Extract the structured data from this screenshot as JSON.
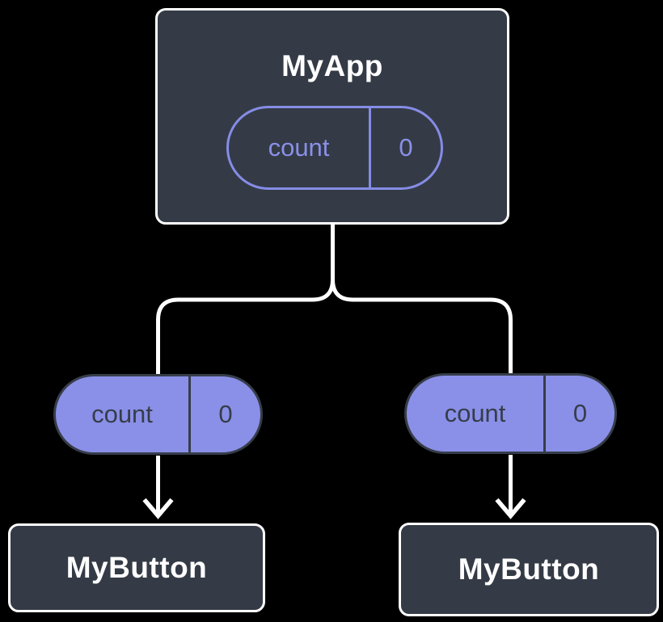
{
  "colors": {
    "background": "#000000",
    "node_fill": "#343b46",
    "node_border": "#ffffff",
    "pill_fill": "#8a90e8",
    "pill_outline": "#858ce6",
    "pill_dark_text": "#363d49",
    "connector": "#ffffff",
    "title_text": "#ffffff"
  },
  "diagram": {
    "root": {
      "title": "MyApp",
      "state": {
        "name": "count",
        "value": "0"
      }
    },
    "children": [
      {
        "prop": {
          "name": "count",
          "value": "0"
        },
        "target": "MyButton"
      },
      {
        "prop": {
          "name": "count",
          "value": "0"
        },
        "target": "MyButton"
      }
    ]
  }
}
